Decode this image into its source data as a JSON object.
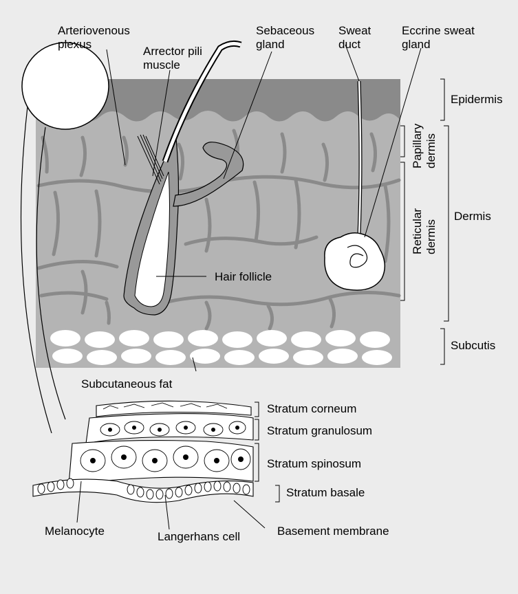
{
  "labels": {
    "arteriovenous_1": "Arteriovenous",
    "arteriovenous_2": "plexus",
    "arrector_1": "Arrector pili",
    "arrector_2": "muscle",
    "sebaceous_1": "Sebaceous",
    "sebaceous_2": "gland",
    "sweat_duct_1": "Sweat",
    "sweat_duct_2": "duct",
    "eccrine_1": "Eccrine sweat",
    "eccrine_2": "gland",
    "epidermis": "Epidermis",
    "papillary_1": "Papillary",
    "papillary_2": "dermis",
    "reticular_1": "Reticular",
    "reticular_2": "dermis",
    "dermis": "Dermis",
    "subcutis": "Subcutis",
    "hair_follicle": "Hair follicle",
    "subcutaneous_fat": "Subcutaneous fat",
    "stratum_corneum": "Stratum corneum",
    "stratum_granulosum": "Stratum granulosum",
    "stratum_spinosum": "Stratum spinosum",
    "stratum_basale": "Stratum basale",
    "melanocyte": "Melanocyte",
    "langerhans": "Langerhans cell",
    "basement": "Basement membrane"
  },
  "colors": {
    "background": "#ececec",
    "epidermis": "#8a8a8a",
    "dermis": "#b4b4b4",
    "vessels": "#8f8f8f",
    "fat": "#ffffff"
  }
}
